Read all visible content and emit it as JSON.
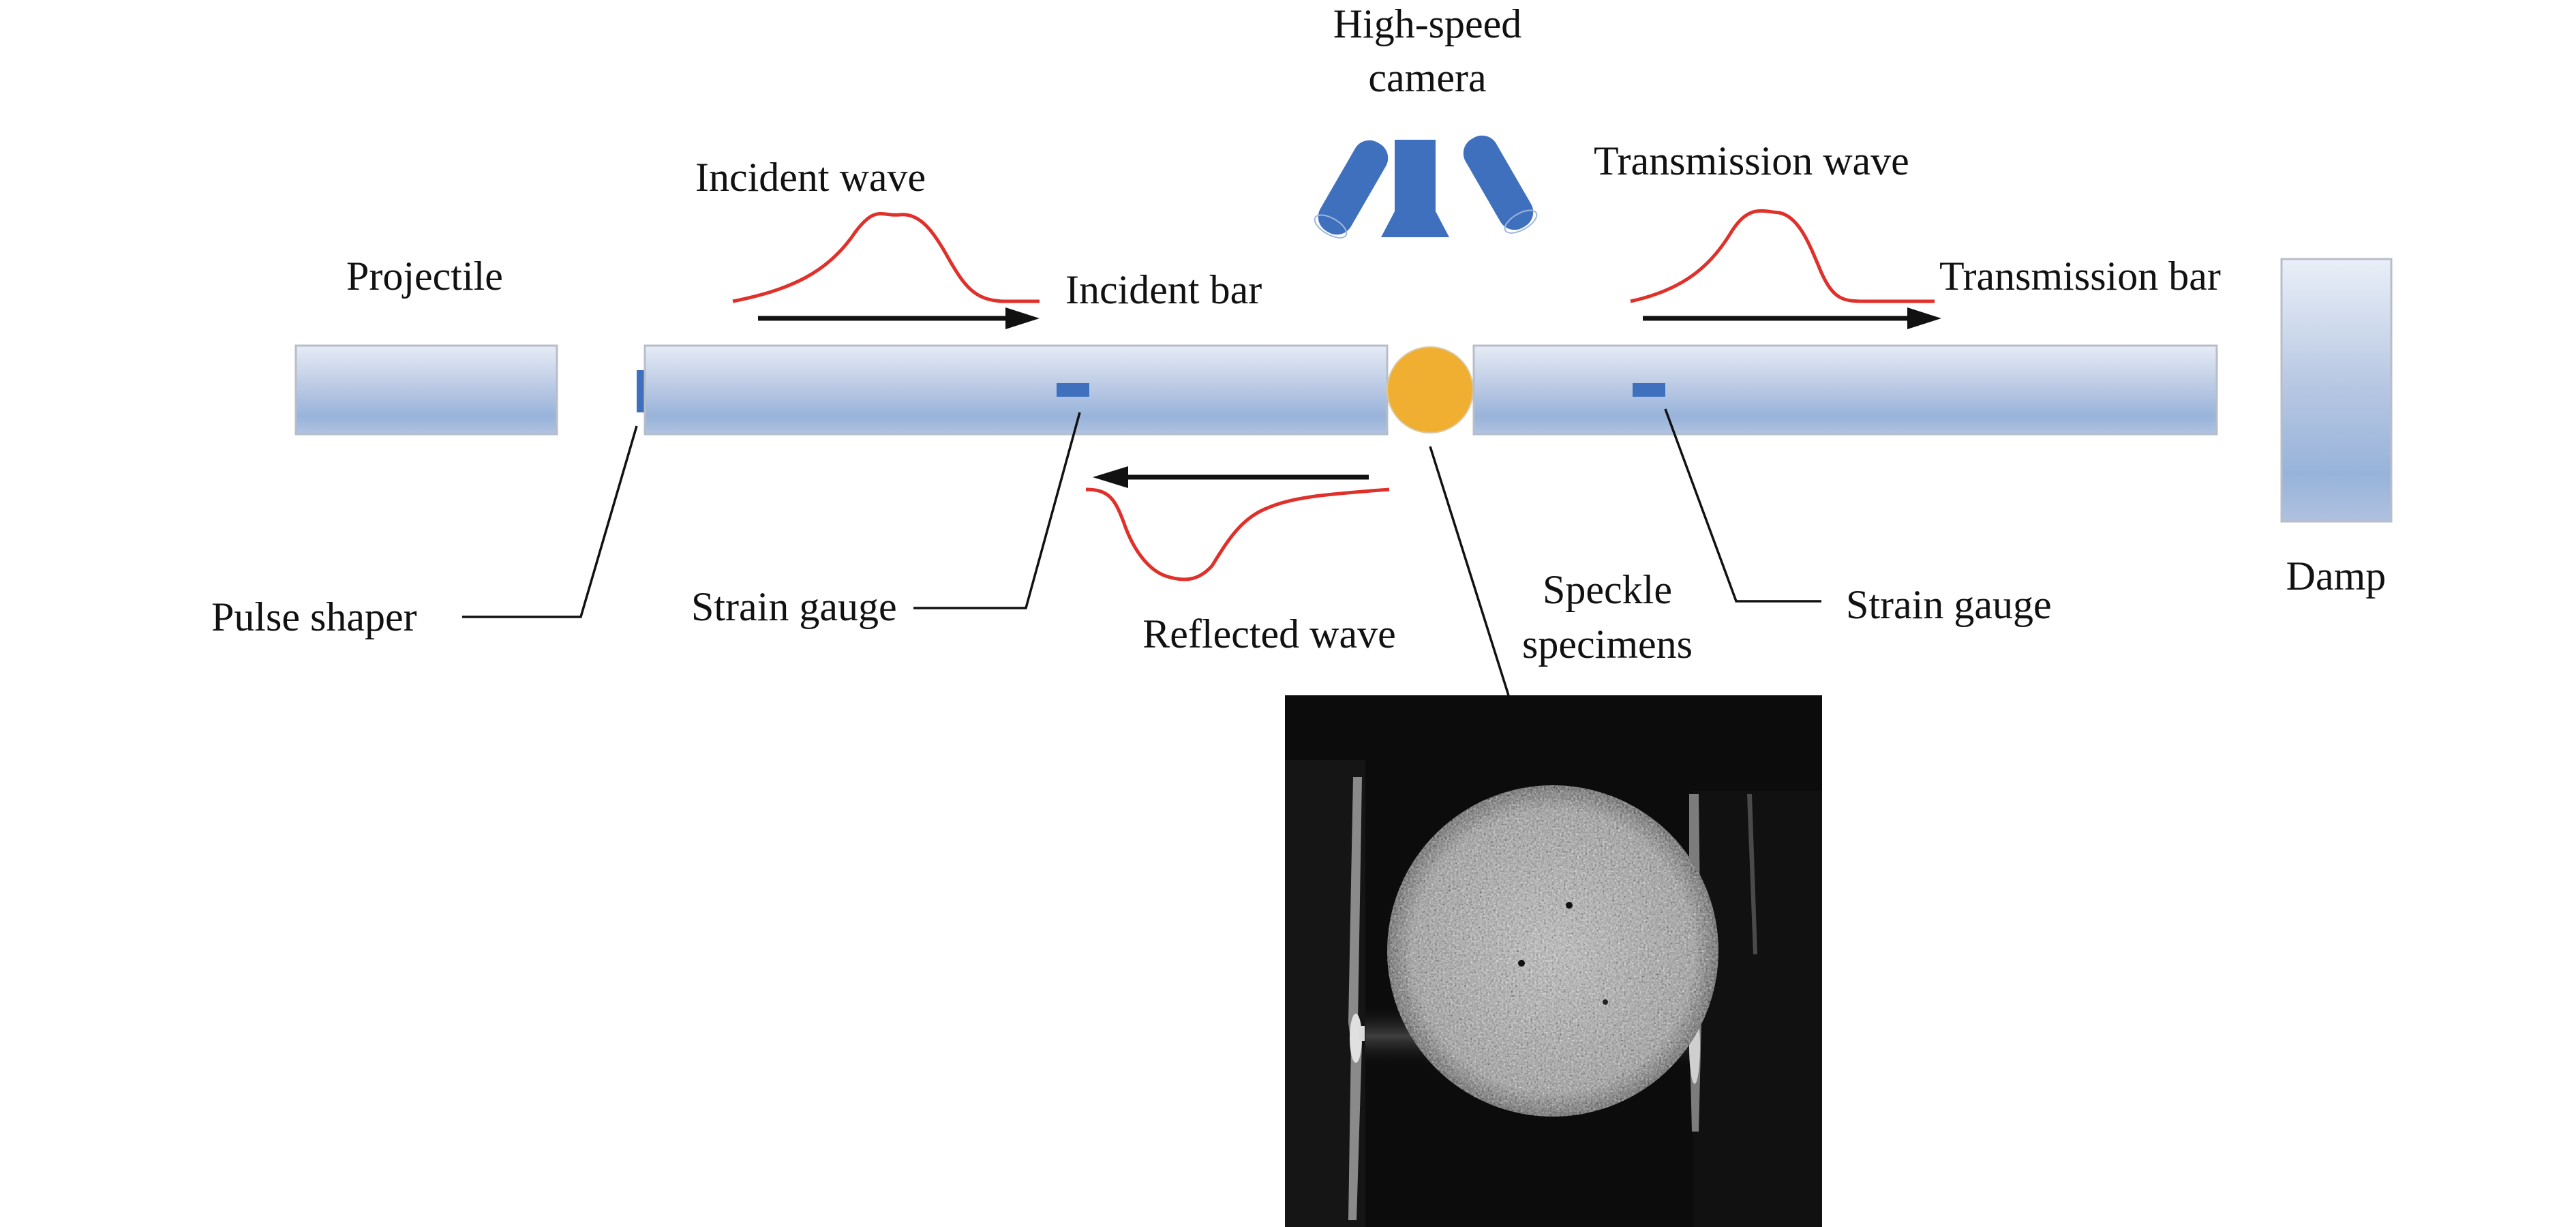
{
  "labels": {
    "camera_line1": "High-speed",
    "camera_line2": "camera",
    "incident_wave": "Incident wave",
    "transmission_wave": "Transmission wave",
    "projectile": "Projectile",
    "incident_bar": "Incident bar",
    "transmission_bar": "Transmission bar",
    "pulse_shaper": "Pulse shaper",
    "strain_gauge_left": "Strain gauge",
    "reflected_wave": "Reflected wave",
    "speckle_line1": "Speckle",
    "speckle_line2": "specimens",
    "strain_gauge_right": "Strain gauge",
    "damp": "Damp"
  },
  "colors": {
    "bar_top": "#e6ecf6",
    "bar_mid": "#98b3da",
    "bar_bottom": "#b1c3e1",
    "accent_blue": "#3f70bd",
    "specimen_orange": "#f0af31",
    "wave_red": "#e0302a",
    "photo_dark": "#0c0c0c"
  },
  "icons": {
    "camera": "high-speed-camera-icon",
    "gauge": "strain-gauge-icon",
    "specimen": "specimen-disc-icon",
    "photo": "speckle-photo"
  }
}
